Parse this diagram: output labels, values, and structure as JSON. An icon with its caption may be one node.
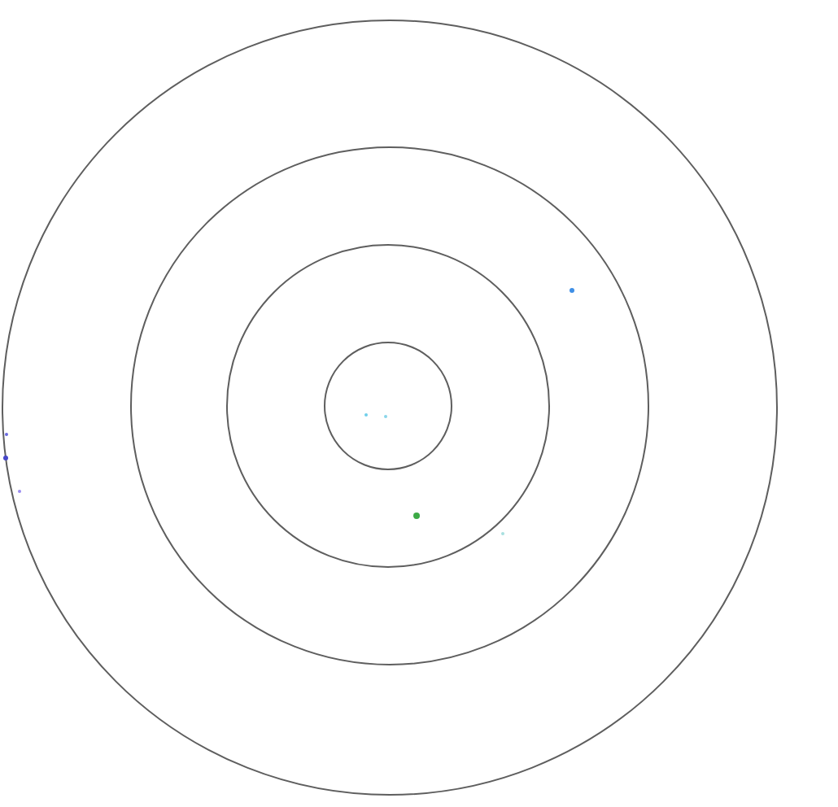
{
  "diagram": {
    "nodes": [
      {
        "text": [],
        "shape": "circle"
      },
      {
        "text": [],
        "shape": "circle",
        "in": 0
      },
      {
        "text": [],
        "shape": "circle",
        "in": 1
      },
      {
        "text": [],
        "shape": "circle",
        "in": 2
      },
      {
        "text": [],
        "shape": "dot",
        "in": 1
      },
      {
        "text": [],
        "shape": "dot",
        "in": 3
      },
      {
        "text": [],
        "shape": "dot",
        "in": 3
      },
      {
        "text": [],
        "shape": "dot",
        "in": 0
      },
      {
        "text": [],
        "shape": "dot",
        "in": 0
      },
      {
        "text": [],
        "shape": "dot",
        "in": 0
      },
      {
        "text": [],
        "shape": "dot",
        "in": 2
      },
      {
        "text": [],
        "shape": "dot",
        "in": 2
      }
    ]
  }
}
